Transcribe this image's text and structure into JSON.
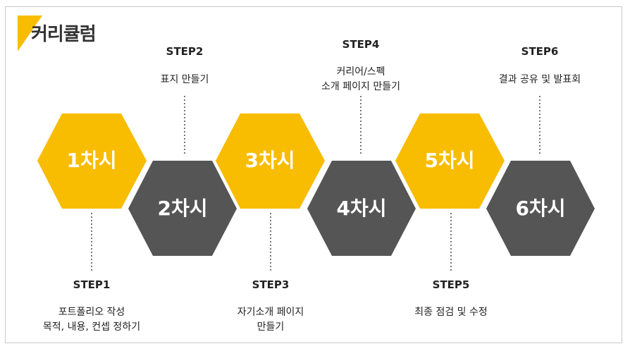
{
  "page_title": "커리큘럼",
  "colors": {
    "accent": "#F8BC00",
    "dark": "#555555",
    "text": "#222222"
  },
  "sessions": [
    {
      "label": "1차시",
      "step": "STEP1",
      "desc": [
        "포트폴리오 작성",
        "목적, 내용, 컨셉 정하기"
      ]
    },
    {
      "label": "2차시",
      "step": "STEP2",
      "desc": [
        "표지 만들기"
      ]
    },
    {
      "label": "3차시",
      "step": "STEP3",
      "desc": [
        "자기소개 페이지",
        "만들기"
      ]
    },
    {
      "label": "4차시",
      "step": "STEP4",
      "desc": [
        "커리어/스펙",
        "소개 페이지 만들기"
      ]
    },
    {
      "label": "5차시",
      "step": "STEP5",
      "desc": [
        "최종 점검 및 수정"
      ]
    },
    {
      "label": "6차시",
      "step": "STEP6",
      "desc": [
        "결과 공유 및 발표회"
      ]
    }
  ]
}
